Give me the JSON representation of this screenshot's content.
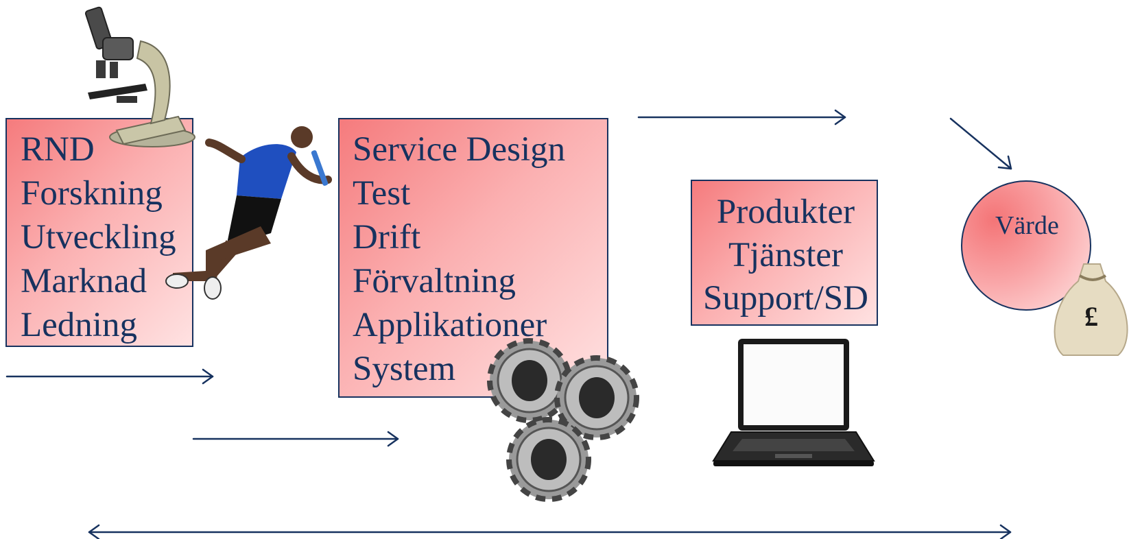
{
  "boxes": {
    "rnd": {
      "lines": [
        "RND",
        "Forskning",
        "Utveckling",
        "Marknad",
        "Ledning"
      ]
    },
    "service": {
      "lines": [
        "Service Design",
        "Test",
        "Drift",
        "Förvaltning",
        "Applikationer",
        "System"
      ]
    },
    "products": {
      "lines": [
        "Produkter",
        "Tjänster",
        "Support/SD"
      ]
    }
  },
  "value": {
    "label": "Värde"
  },
  "icons": [
    "microscope-icon",
    "runner-icon",
    "gears-icon",
    "laptop-icon",
    "money-bag-icon"
  ],
  "colors": {
    "box_gradient_start": "#f57b7d",
    "box_gradient_end": "#ffe2e2",
    "text_and_arrows": "#17325f",
    "background": "#ffffff"
  }
}
